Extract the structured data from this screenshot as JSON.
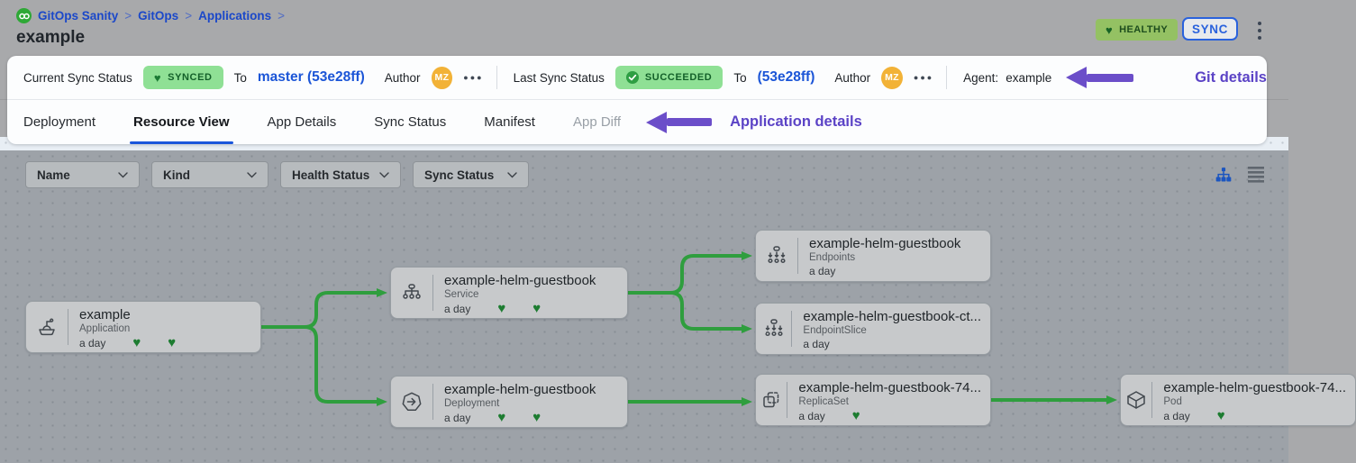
{
  "breadcrumb": {
    "items": [
      "GitOps Sanity",
      "GitOps",
      "Applications"
    ],
    "separator": ">",
    "title": "example"
  },
  "header_actions": {
    "health_badge": "HEALTHY",
    "sync_button": "SYNC"
  },
  "git_panel": {
    "current_label": "Current Sync Status",
    "current_badge": "SYNCED",
    "to_label": "To",
    "current_revision": "master (53e28ff)",
    "author_label": "Author",
    "author_initials": "MZ",
    "more": "●●●",
    "last_label": "Last Sync Status",
    "last_badge": "SUCCEEDED",
    "last_revision": "(53e28ff)",
    "agent_label": "Agent:",
    "agent_value": "example",
    "annotation": "Git details"
  },
  "tabs": {
    "labels": [
      "Deployment",
      "Resource View",
      "App Details",
      "Sync Status",
      "Manifest",
      "App Diff"
    ],
    "active": "Resource View",
    "disabled": "App Diff",
    "annotation": "Application details"
  },
  "filters": {
    "name": "Name",
    "kind": "Kind",
    "health": "Health Status",
    "sync": "Sync Status"
  },
  "graph": {
    "nodes": [
      {
        "title": "example",
        "kind": "Application",
        "age": "a day",
        "hearts": 2
      },
      {
        "title": "example-helm-guestbook",
        "kind": "Service",
        "age": "a day",
        "hearts": 2
      },
      {
        "title": "example-helm-guestbook",
        "kind": "Deployment",
        "age": "a day",
        "hearts": 2
      },
      {
        "title": "example-helm-guestbook",
        "kind": "Endpoints",
        "age": "a day",
        "hearts": 0
      },
      {
        "title": "example-helm-guestbook-ct...",
        "kind": "EndpointSlice",
        "age": "a day",
        "hearts": 0
      },
      {
        "title": "example-helm-guestbook-74...",
        "kind": "ReplicaSet",
        "age": "a day",
        "hearts": 1
      },
      {
        "title": "example-helm-guestbook-74...",
        "kind": "Pod",
        "age": "a day",
        "hearts": 1
      }
    ]
  },
  "colors": {
    "accent_blue": "#1a56db",
    "link_blue": "#1b55d7",
    "badge_green": "#8fe095",
    "health_green": "#94c163",
    "edge_green": "#2f9e3e",
    "annotation_purple": "#6b4ec9",
    "avatar_orange": "#f2b237"
  }
}
